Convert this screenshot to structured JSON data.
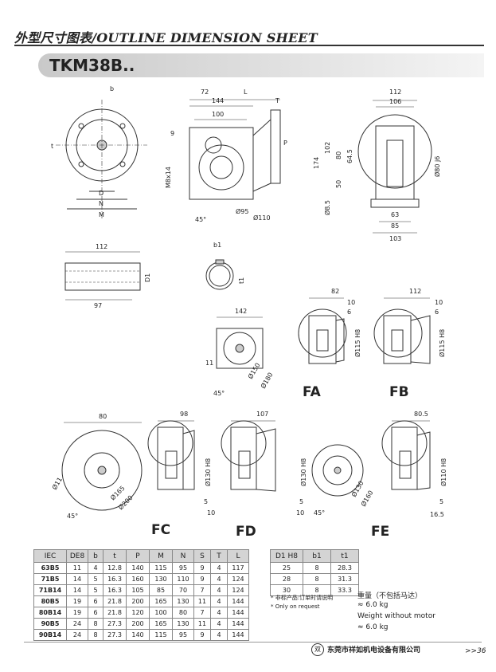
{
  "header": {
    "title": "外型尺寸图表/OUTLINE DIMENSION SHEET"
  },
  "model": {
    "title": "TKM38B.."
  },
  "views": {
    "front": {
      "b": "b",
      "t": "t",
      "d": "D",
      "n": "N",
      "m": "M"
    },
    "side": {
      "a72": "72",
      "l": "L",
      "a144": "144",
      "t": "T",
      "a100": "100",
      "p": "P",
      "a9": "9",
      "m8": "M8x14",
      "a45": "45°",
      "d95": "Ø95",
      "d110": "Ø110"
    },
    "end": {
      "a112": "112",
      "a106": "106",
      "a174": "174",
      "a102": "102",
      "a80": "80",
      "a645": "64.5",
      "a50": "50",
      "a85": "Ø8.5",
      "d80": "Ø80 j6",
      "a63": "63",
      "a85b": "85",
      "a103": "103"
    },
    "sleeve": {
      "a112": "112",
      "d1": "D1",
      "a97": "97"
    },
    "bore": {
      "b1": "b1",
      "t1": "t1"
    },
    "flange_bottom": {
      "a142": "142",
      "a11": "11",
      "a45": "45°",
      "d150": "Ø150",
      "d180": "Ø180"
    },
    "fa": {
      "label": "FA",
      "a82": "82",
      "a10": "10",
      "a6": "6",
      "d115": "Ø115 H8"
    },
    "fb": {
      "label": "FB",
      "a112": "112",
      "a10": "10",
      "a6": "6",
      "d115": "Ø115 H8"
    },
    "fc_flange": {
      "a80": "80",
      "d11": "Ø11",
      "d165": "Ø165",
      "d200": "Ø200",
      "a45": "45°"
    },
    "fc": {
      "label": "FC",
      "a98": "98",
      "d130": "Ø130 H8",
      "a5": "5",
      "a10": "10"
    },
    "fd": {
      "label": "FD",
      "a107": "107",
      "d130": "Ø130 H8",
      "a5": "5",
      "a10": "10"
    },
    "fe_flange": {
      "d130": "Ø130",
      "d160": "Ø160",
      "a45": "45°"
    },
    "fe": {
      "label": "FE",
      "a805": "80.5",
      "d110": "Ø110 H8",
      "a5": "5",
      "a165": "16.5"
    }
  },
  "spec_table": {
    "headers": [
      "IEC",
      "DE8",
      "b",
      "t",
      "P",
      "M",
      "N",
      "S",
      "T",
      "L"
    ],
    "rows": [
      [
        "63B5",
        "11",
        "4",
        "12.8",
        "140",
        "115",
        "95",
        "9",
        "4",
        "117"
      ],
      [
        "71B5",
        "14",
        "5",
        "16.3",
        "160",
        "130",
        "110",
        "9",
        "4",
        "124"
      ],
      [
        "71B14",
        "14",
        "5",
        "16.3",
        "105",
        "85",
        "70",
        "7",
        "4",
        "124"
      ],
      [
        "80B5",
        "19",
        "6",
        "21.8",
        "200",
        "165",
        "130",
        "11",
        "4",
        "144"
      ],
      [
        "80B14",
        "19",
        "6",
        "21.8",
        "120",
        "100",
        "80",
        "7",
        "4",
        "144"
      ],
      [
        "90B5",
        "24",
        "8",
        "27.3",
        "200",
        "165",
        "130",
        "11",
        "4",
        "144"
      ],
      [
        "90B14",
        "24",
        "8",
        "27.3",
        "140",
        "115",
        "95",
        "9",
        "4",
        "144"
      ]
    ]
  },
  "side_table": {
    "headers": [
      "D1 H8",
      "b1",
      "t1"
    ],
    "rows": [
      [
        "25",
        "8",
        "28.3"
      ],
      [
        "28",
        "8",
        "31.3"
      ],
      [
        "30",
        "8",
        "33.3"
      ]
    ]
  },
  "notes": {
    "cn": "* 非标产品:订单时请说明",
    "en": "* Only on request"
  },
  "weight": {
    "cn": "重量（不包括马达）",
    "cn_value": "≈ 6.0 kg",
    "en": "Weight without motor",
    "en_value": "≈ 6.0 kg"
  },
  "footer": {
    "logo": "双",
    "company": "东莞市祥如机电设备有限公司",
    "page": ">>36"
  }
}
